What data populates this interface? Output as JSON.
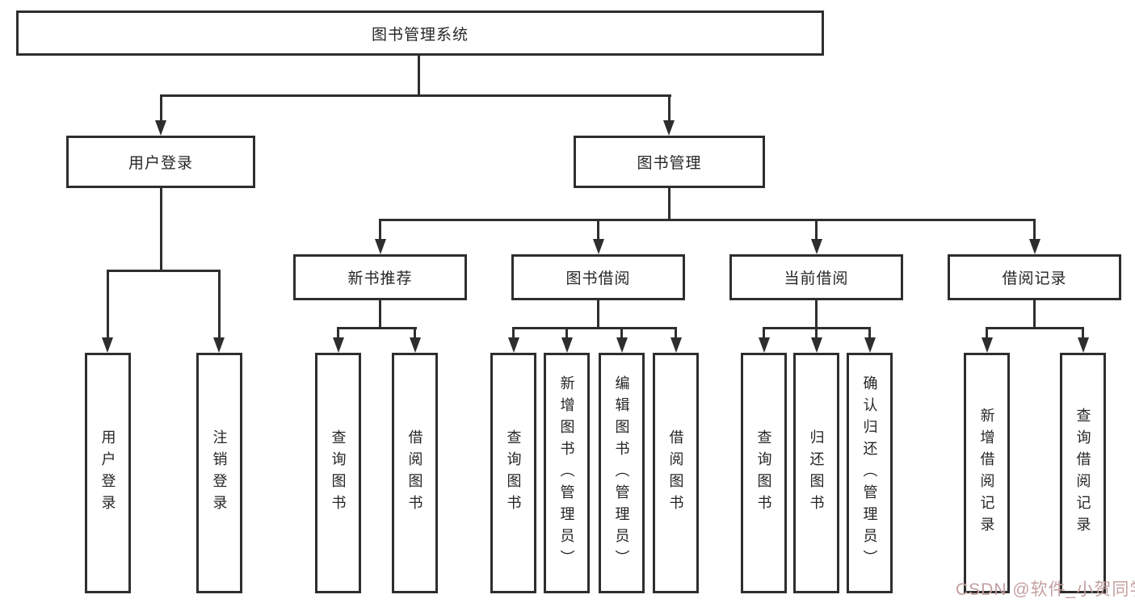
{
  "diagram": {
    "root": "图书管理系统",
    "level2": [
      "用户登录",
      "图书管理"
    ],
    "level3": [
      "新书推荐",
      "图书借阅",
      "当前借阅",
      "借阅记录"
    ],
    "leaves": [
      "用户登录",
      "注销登录",
      "查询图书",
      "借阅图书",
      "查询图书",
      "新增图书（管理员）",
      "编辑图书（管理员）",
      "借阅图书",
      "查询图书",
      "归还图书",
      "确认归还（管理员）",
      "新增借阅记录",
      "查询借阅记录"
    ],
    "watermark": "CSDN @软件_小贺同学",
    "colors": {
      "line": "#2e2e2e",
      "text": "#262626",
      "watermark": "#c4a0a0",
      "background": "#ffffff"
    }
  }
}
